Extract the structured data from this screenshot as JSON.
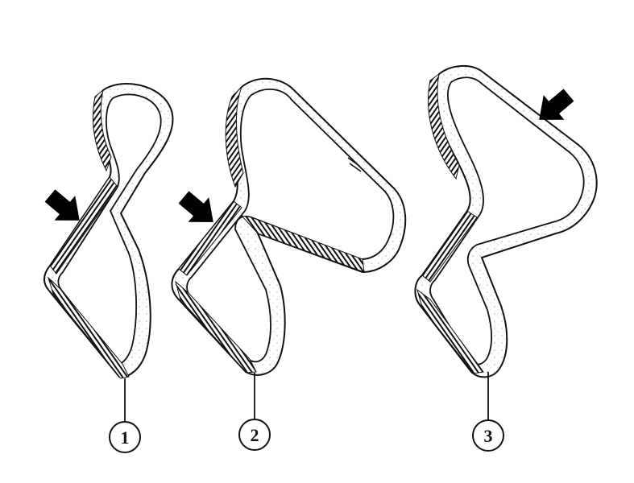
{
  "figure": {
    "belts": [
      {
        "label": "1",
        "condition": "belt-1"
      },
      {
        "label": "2",
        "condition": "belt-2"
      },
      {
        "label": "3",
        "condition": "belt-3"
      }
    ],
    "colors": {
      "background": "#ffffff",
      "ink": "#111111",
      "arrow": "#000000"
    },
    "icons": [
      "arrow-pointer-icon"
    ]
  }
}
